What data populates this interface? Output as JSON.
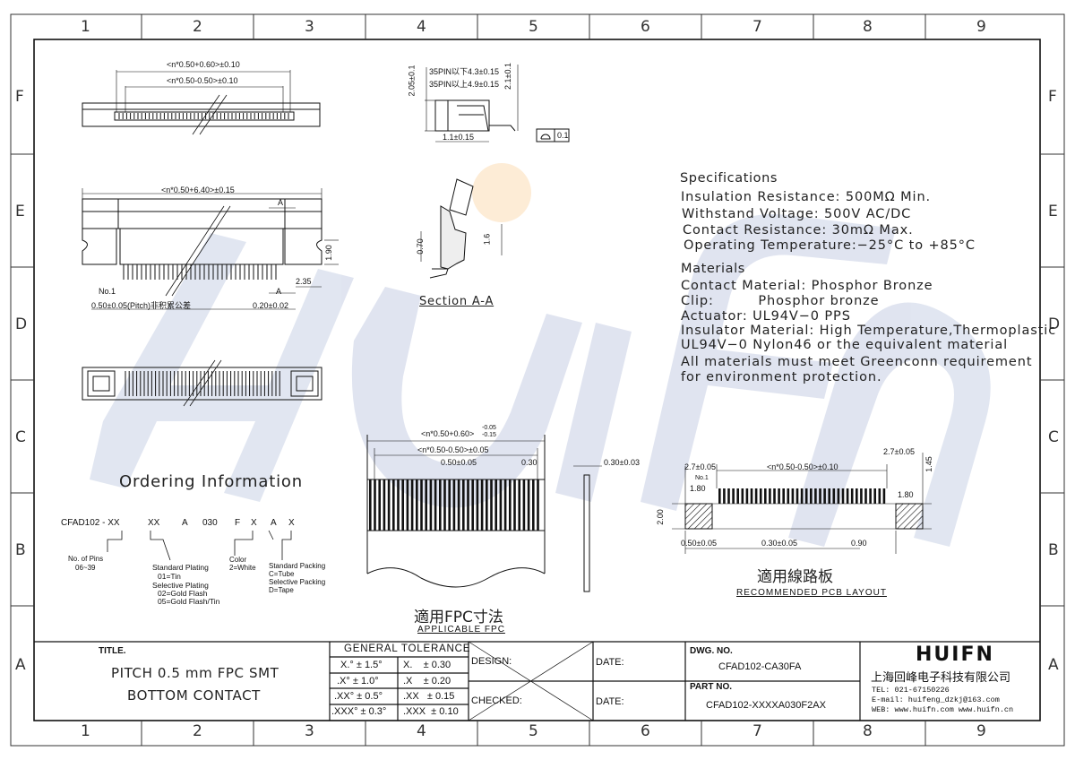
{
  "border": {
    "columns": [
      "1",
      "2",
      "3",
      "4",
      "5",
      "6",
      "7",
      "8",
      "9"
    ],
    "rows": [
      "F",
      "E",
      "D",
      "C",
      "B",
      "A"
    ]
  },
  "watermark": {
    "text": "HUIFN"
  },
  "top_view": {
    "dim_outer": "<n*0.50+0.60>±0.10",
    "dim_inner": "<n*0.50-0.50>±0.10"
  },
  "side_view": {
    "pin35_small": "35PIN以下4.3±0.15",
    "pin35_large": "35PIN以上4.9±0.15",
    "dim_height_left": "2.05±0.1",
    "dim_height_right": "2.1±0.1",
    "dim_bottom": "1.1±0.15",
    "flatness_value": "0.1"
  },
  "front_view": {
    "dim_width": "<n*0.50+6.40>±0.15",
    "section_mark": "A",
    "dim_190": "1.90",
    "dim_235": "2.35",
    "label_no1": "No.1",
    "pitch_label": "0.50±0.05(Pitch)非积累公差",
    "dim_020": "0.20±0.02"
  },
  "section": {
    "dim_070": "0.70",
    "dim_16": "1.6",
    "label": "Section A-A"
  },
  "specifications": {
    "heading": "Specifications",
    "lines": [
      "Insulation Resistance: 500MΩ Min.",
      "Withstand Voltage: 500V AC/DC",
      "Contact Resistance:   30mΩ Max.",
      "Operating Temperature:−25°C to +85°C"
    ]
  },
  "materials": {
    "heading": "Materials",
    "lines": [
      "Contact Material: Phosphor Bronze",
      "Clip:         Phosphor bronze",
      "Actuator: UL94V−0 PPS",
      "Insulator Material: High Temperature,Thermoplastic",
      "UL94V−0 Nylon46 or the equivalent material",
      "All materials must meet Greenconn requirement",
      "for environment protection."
    ]
  },
  "ordering": {
    "heading": "Ordering Information",
    "code_parts": [
      "CFAD102 - XX",
      "XX",
      "A",
      "030",
      "F",
      "X",
      "A",
      "X"
    ],
    "pins_label": "No. of Pins",
    "pins_range": "06~39",
    "plating_lines": [
      "Standard Plating",
      "01=Tin",
      "Selective Plating",
      "02=Gold Flash",
      "05=Gold Flash/Tin"
    ],
    "color_lines": [
      "Color",
      "2=White"
    ],
    "packing_lines": [
      "Standard Packing",
      "C=Tube",
      "Selective Packing",
      "D=Tape"
    ]
  },
  "fpc": {
    "dim_outer": "<n*0.50+0.60>",
    "dim_outer_tol_up": "-0.05",
    "dim_outer_tol_down": "-0.15",
    "dim_inner": "<n*0.50-0.50>±0.05",
    "dim_pitch": "0.50±0.05",
    "dim_030": "0.30",
    "dim_thickness": "0.30±0.03",
    "title_cn": "適用FPC寸法",
    "title_en": "APPLICABLE FPC"
  },
  "pcb": {
    "dim_left_top": "2.7±0.05",
    "dim_right_top": "2.7±0.05",
    "dim_inner": "<n*0.50-0.50>±0.10",
    "dim_145": "1.45",
    "dim_180_left": "1.80",
    "dim_180_right": "1.80",
    "label_no1": "No.1",
    "dim_200": "2.00",
    "dim_pitch": "0.50±0.05",
    "dim_030": "0.30±0.05",
    "dim_090": "0.90",
    "title_cn": "適用線路板",
    "title_en": "RECOMMENDED PCB LAYOUT"
  },
  "title_block": {
    "title_label": "TITLE.",
    "title_line1": "PITCH 0.5 mm FPC SMT",
    "title_line2": "BOTTOM CONTACT",
    "tolerance_header": "GENERAL TOLERANCE",
    "tolerance_rows": [
      [
        "X.° ± 1.5°",
        "X.    ± 0.30"
      ],
      [
        ".X° ± 1.0°",
        ".X    ± 0.20"
      ],
      [
        ".XX° ± 0.5°",
        ".XX   ± 0.15"
      ],
      [
        ".XXX° ± 0.3°",
        ".XXX  ± 0.10"
      ]
    ],
    "design_label": "DESIGN:",
    "checked_label": "CHECKED:",
    "date_label_1": "DATE:",
    "date_label_2": "DATE:",
    "dwg_label": "DWG. NO.",
    "dwg_no": "CFAD102-CA30FA",
    "part_label": "PART NO.",
    "part_no": "CFAD102-XXXXA030F2AX",
    "logo": "HUIFN",
    "company": "上海回峰电子科技有限公司",
    "tel": "TEL: 021-67150226",
    "email": "E-mail: huifeng_dzkj@163.com",
    "web": "WEB: www.huifn.com  www.huifn.cn"
  }
}
